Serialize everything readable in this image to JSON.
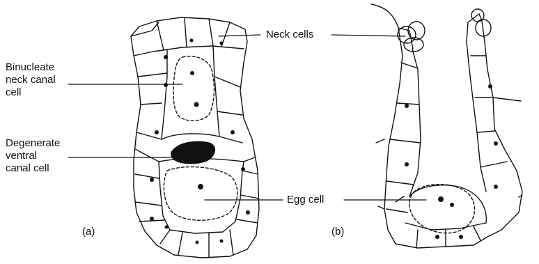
{
  "labels": {
    "neck_cells": "Neck cells",
    "binucleate_1": "Binucleate",
    "binucleate_2": "neck canal",
    "binucleate_3": "cell",
    "degenerate_1": "Degenerate",
    "degenerate_2": "ventral",
    "degenerate_3": "canal cell",
    "egg_cell": "Egg cell",
    "panel_a": "(a)",
    "panel_b": "(b)"
  },
  "colors": {
    "ink": "#111111",
    "background": "#ffffff"
  }
}
